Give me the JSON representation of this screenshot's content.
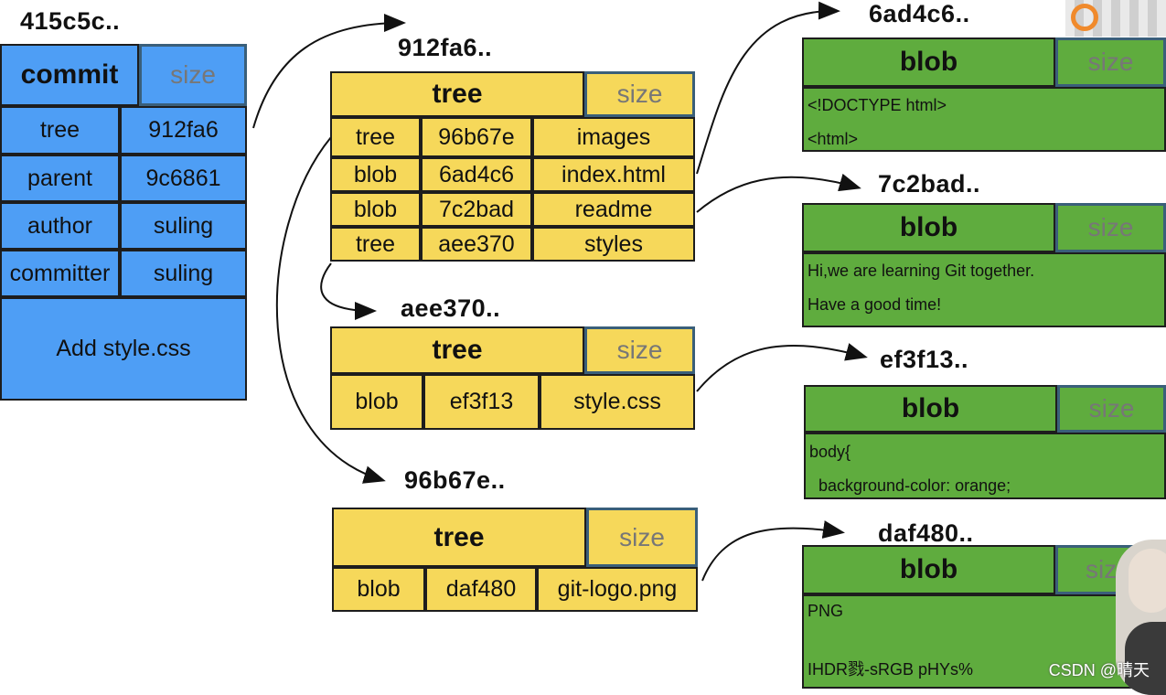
{
  "commit": {
    "hash": "415c5c..",
    "header": "commit",
    "size": "size",
    "rows": [
      {
        "key": "tree",
        "value": "912fa6"
      },
      {
        "key": "parent",
        "value": "9c6861"
      },
      {
        "key": "author",
        "value": "suling"
      },
      {
        "key": "committer",
        "value": "suling"
      }
    ],
    "message": "Add style.css"
  },
  "trees": [
    {
      "hash": "912fa6..",
      "header": "tree",
      "size": "size",
      "rows": [
        {
          "type": "tree",
          "hash": "96b67e",
          "name": "images"
        },
        {
          "type": "blob",
          "hash": "6ad4c6",
          "name": "index.html"
        },
        {
          "type": "blob",
          "hash": "7c2bad",
          "name": "readme"
        },
        {
          "type": "tree",
          "hash": "aee370",
          "name": "styles"
        }
      ]
    },
    {
      "hash": "aee370..",
      "header": "tree",
      "size": "size",
      "rows": [
        {
          "type": "blob",
          "hash": "ef3f13",
          "name": "style.css"
        }
      ]
    },
    {
      "hash": "96b67e..",
      "header": "tree",
      "size": "size",
      "rows": [
        {
          "type": "blob",
          "hash": "daf480",
          "name": "git-logo.png"
        }
      ]
    }
  ],
  "blobs": [
    {
      "hash": "6ad4c6..",
      "header": "blob",
      "size": "size",
      "lines": [
        "<!DOCTYPE html>",
        "<html>"
      ]
    },
    {
      "hash": "7c2bad..",
      "header": "blob",
      "size": "size",
      "lines": [
        "Hi,we are learning Git together.",
        "Have a good time!"
      ]
    },
    {
      "hash": "ef3f13..",
      "header": "blob",
      "size": "size",
      "lines": [
        "body{",
        "  background-color: orange;"
      ]
    },
    {
      "hash": "daf480..",
      "header": "blob",
      "size": "siz",
      "lines": [
        "PNG",
        "",
        "IHDR戮-sRGB pHYs%"
      ]
    }
  ],
  "watermark": "CSDN @晴天",
  "colors": {
    "commit": "#4e9ef5",
    "tree": "#f6d85a",
    "blob": "#5fac3e"
  }
}
